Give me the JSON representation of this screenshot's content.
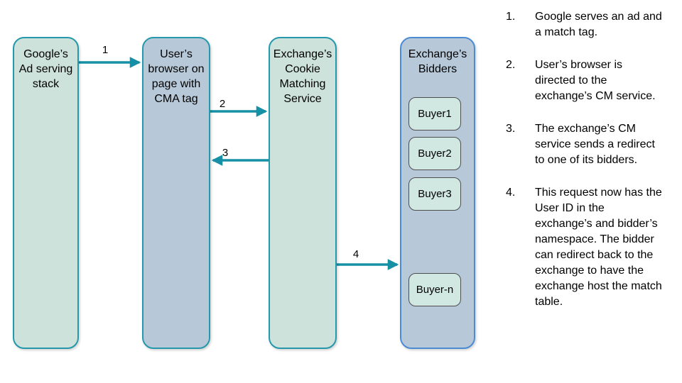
{
  "colors": {
    "node_green_fill": "#cde2da",
    "node_blue_fill": "#b7c9d9",
    "teal_border": "#2598ab",
    "blue_border": "#4b8bd4",
    "buyer_fill": "#d0e8e1",
    "buyer_border": "#4d4d4d",
    "arrow": "#1590a4",
    "text": "#000000"
  },
  "nodes": {
    "google": {
      "label": "Google’s\nAd serving\nstack"
    },
    "browser": {
      "label": "User’s\nbrowser on\npage with\nCMA tag"
    },
    "cm_service": {
      "label": "Exchange’s\nCookie\nMatching\nService"
    },
    "bidders": {
      "label": "Exchange’s\nBidders"
    }
  },
  "buyers": [
    {
      "label": "Buyer1"
    },
    {
      "label": "Buyer2"
    },
    {
      "label": "Buyer3"
    },
    {
      "label": "Buyer-n"
    }
  ],
  "arrows": [
    {
      "label": "1"
    },
    {
      "label": "2"
    },
    {
      "label": "3"
    },
    {
      "label": "4"
    }
  ],
  "steps": [
    {
      "num": "1.",
      "text": "Google serves an ad and a match tag."
    },
    {
      "num": "2.",
      "text": "User’s browser is directed to the exchange’s CM service."
    },
    {
      "num": "3.",
      "text": "The exchange’s CM service sends a redirect to one of its bidders."
    },
    {
      "num": "4.",
      "text": "This request now has the User ID in the exchange’s and bidder’s namespace. The bidder can redirect back to the exchange to have the exchange host the match table."
    }
  ]
}
